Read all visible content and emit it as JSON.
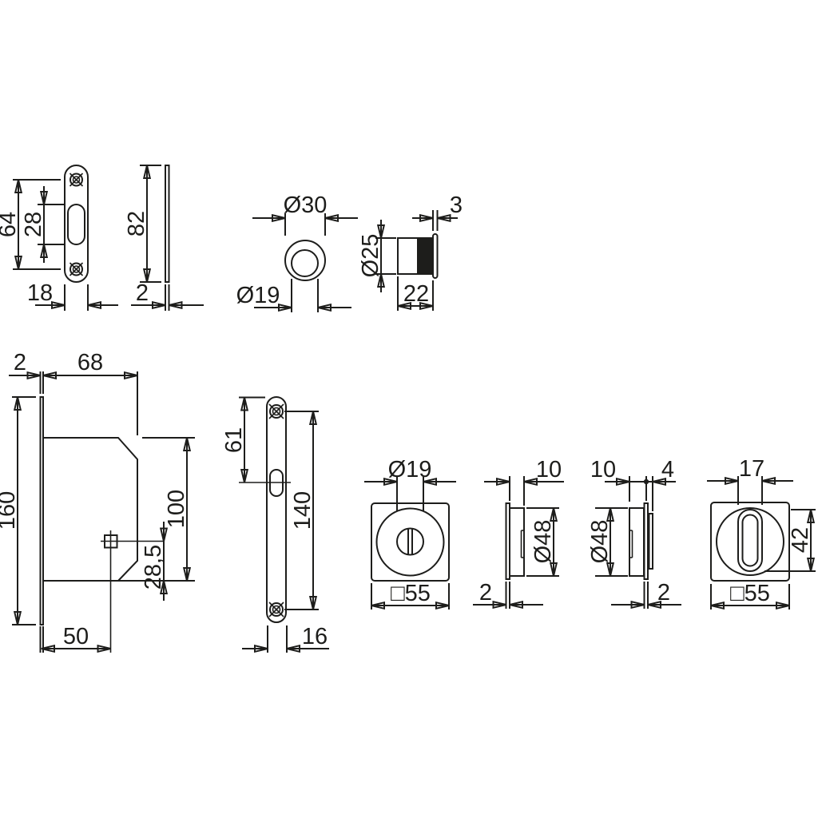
{
  "drawing_title": "Sliding door lock set - dimensioned technical drawing",
  "colors": {
    "line": "#1d1d1b",
    "background": "#ffffff",
    "knurl_fill": "#1d1d1b"
  },
  "views": {
    "strike_plate_front": {
      "labels": {
        "screw_spacing": "64",
        "slot_length": "28",
        "width": "18"
      }
    },
    "strike_plate_side": {
      "labels": {
        "height": "82",
        "thickness": "2"
      }
    },
    "flush_pull": {
      "labels": {
        "outer_diameter": "Ø30",
        "inner_diameter": "Ø19"
      }
    },
    "cylinder": {
      "labels": {
        "diameter": "Ø25",
        "flange_thickness": "3",
        "depth": "22"
      }
    },
    "lock_case": {
      "labels": {
        "faceplate_thickness": "2",
        "case_depth": "68",
        "faceplate_height": "160",
        "case_height": "100",
        "spindle_to_bottom": "28,5",
        "backset": "50"
      }
    },
    "faceplate_front": {
      "labels": {
        "screw_to_slot": "61",
        "screw_spacing": "140",
        "width": "16"
      }
    },
    "release_rosette_front": {
      "labels": {
        "hole_diameter": "Ø19",
        "size": "□55"
      }
    },
    "release_rosette_side": {
      "labels": {
        "boss_depth": "10",
        "boss_diameter": "Ø48",
        "plate_thickness": "2"
      }
    },
    "thumbturn_rosette_side": {
      "labels": {
        "boss_depth": "10",
        "hub_depth": "4",
        "boss_diameter": "Ø48",
        "plate_thickness": "2"
      }
    },
    "thumbturn_rosette_front": {
      "labels": {
        "turn_width": "17",
        "turn_height": "42",
        "size": "□55"
      }
    }
  }
}
